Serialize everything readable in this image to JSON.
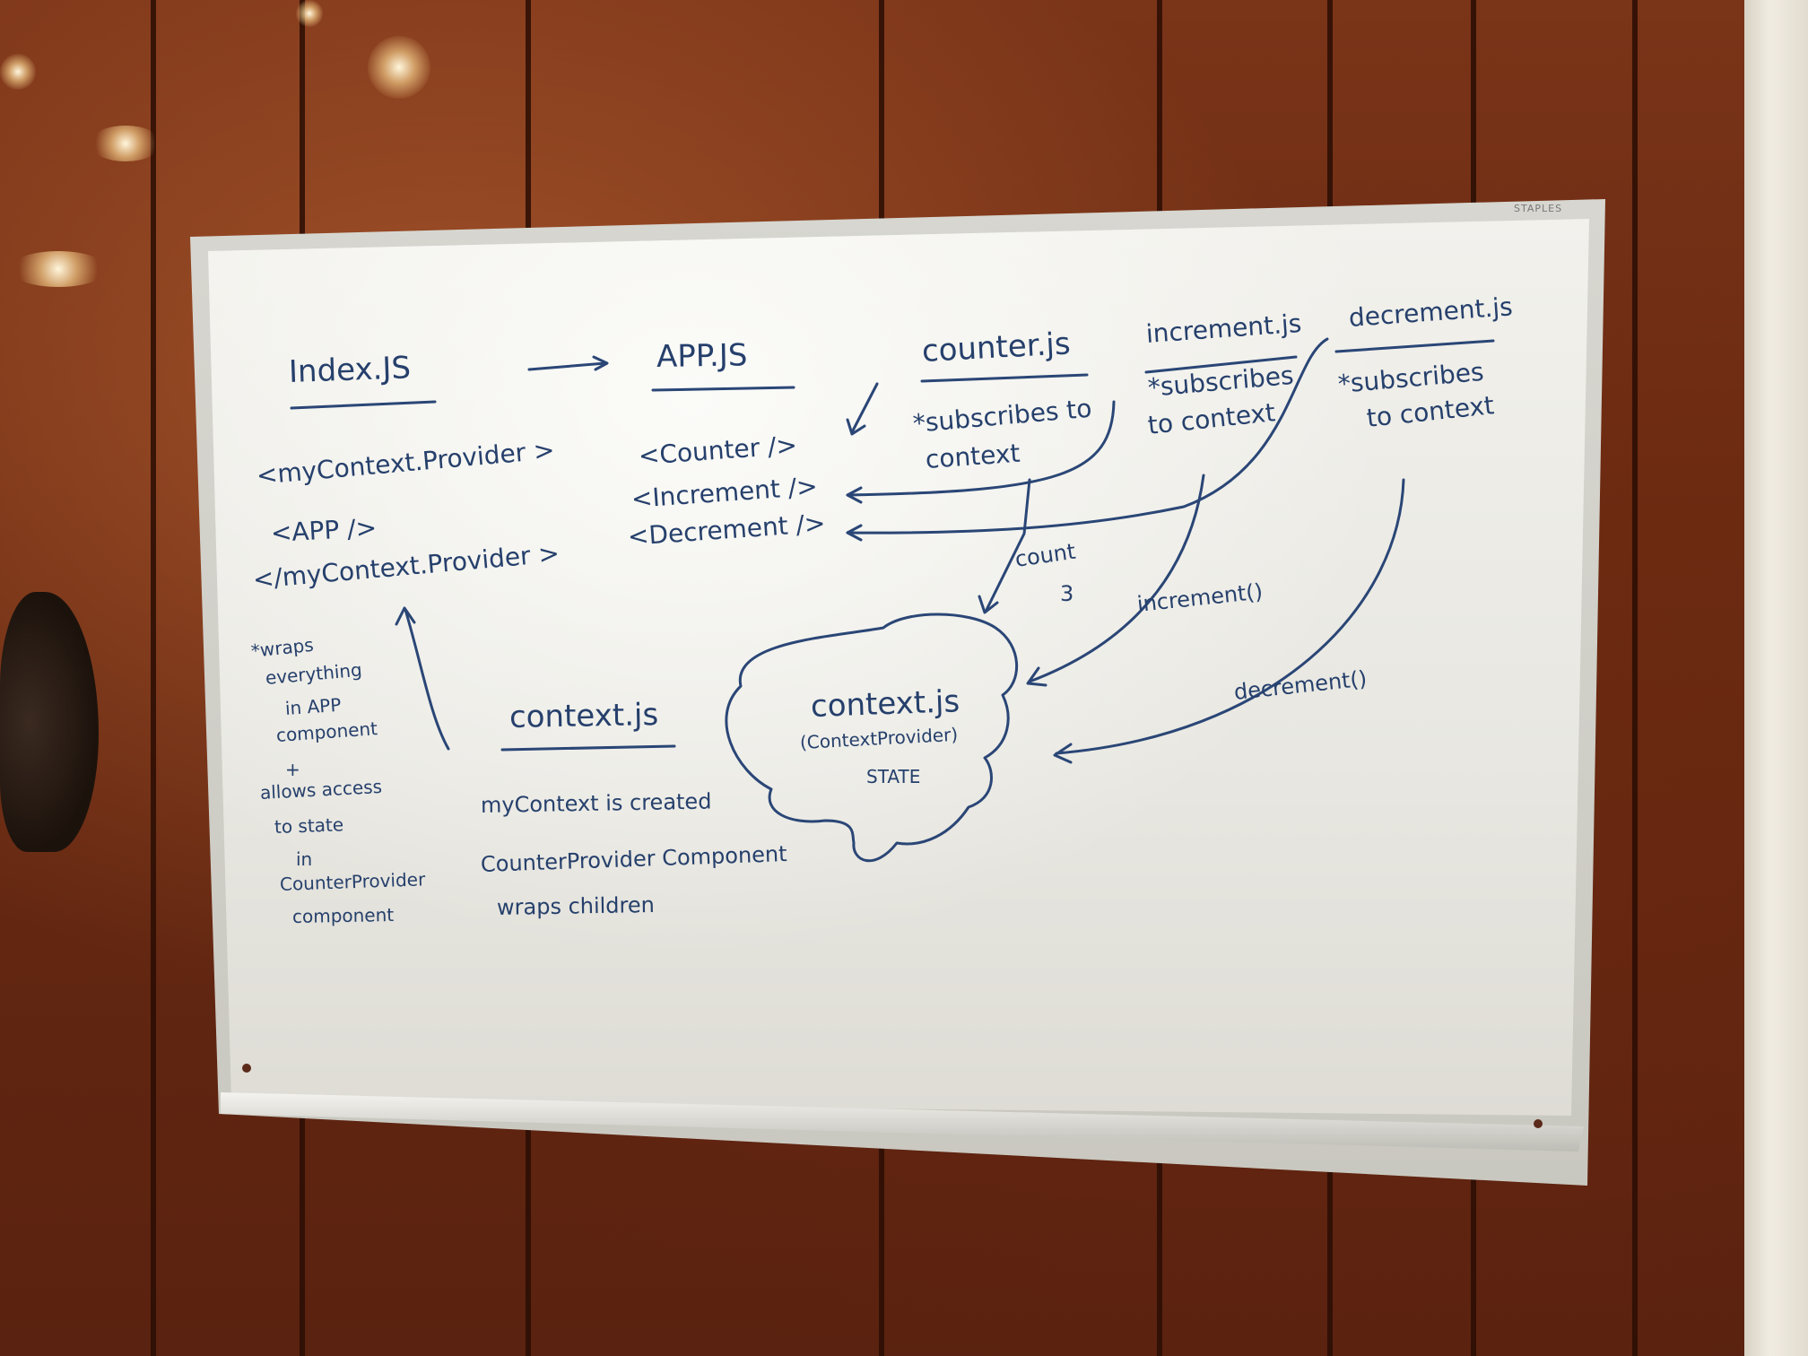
{
  "board": {
    "brand": "STAPLES",
    "headers": {
      "index": "Index.JS",
      "app": "APP.JS",
      "counter": "counter.js",
      "increment": "increment.js",
      "decrement": "decrement.js",
      "context": "context.js"
    },
    "index_block": {
      "line1": "<myContext.Provider >",
      "line2": "<APP />",
      "line3": "</myContext.Provider >"
    },
    "app_block": {
      "line1": "<Counter />",
      "line2": "<Increment />",
      "line3": "<Decrement />"
    },
    "counter_note": {
      "line1": "*subscribes to",
      "line2": "context"
    },
    "increment_note": {
      "line1": "*subscribes",
      "line2": "to context"
    },
    "decrement_note": {
      "line1": "*subscribes",
      "line2": "to context"
    },
    "count_label": {
      "line1": "count",
      "line2": "3"
    },
    "cloud": {
      "line1": "context.js",
      "line2": "(ContextProvider)",
      "line3": "STATE"
    },
    "increment_call": "increment()",
    "decrement_call": "decrement()",
    "wraps_note": {
      "line1": "*wraps",
      "line2": "everything",
      "line3": "in APP",
      "line4": "component",
      "line5": "+",
      "line6": "allows access",
      "line7": "to state",
      "line8": "in",
      "line9": "CounterProvider",
      "line10": "component"
    },
    "context_note": {
      "line1": "myContext is created",
      "line2": "CounterProvider Component",
      "line3": "wraps children"
    }
  }
}
